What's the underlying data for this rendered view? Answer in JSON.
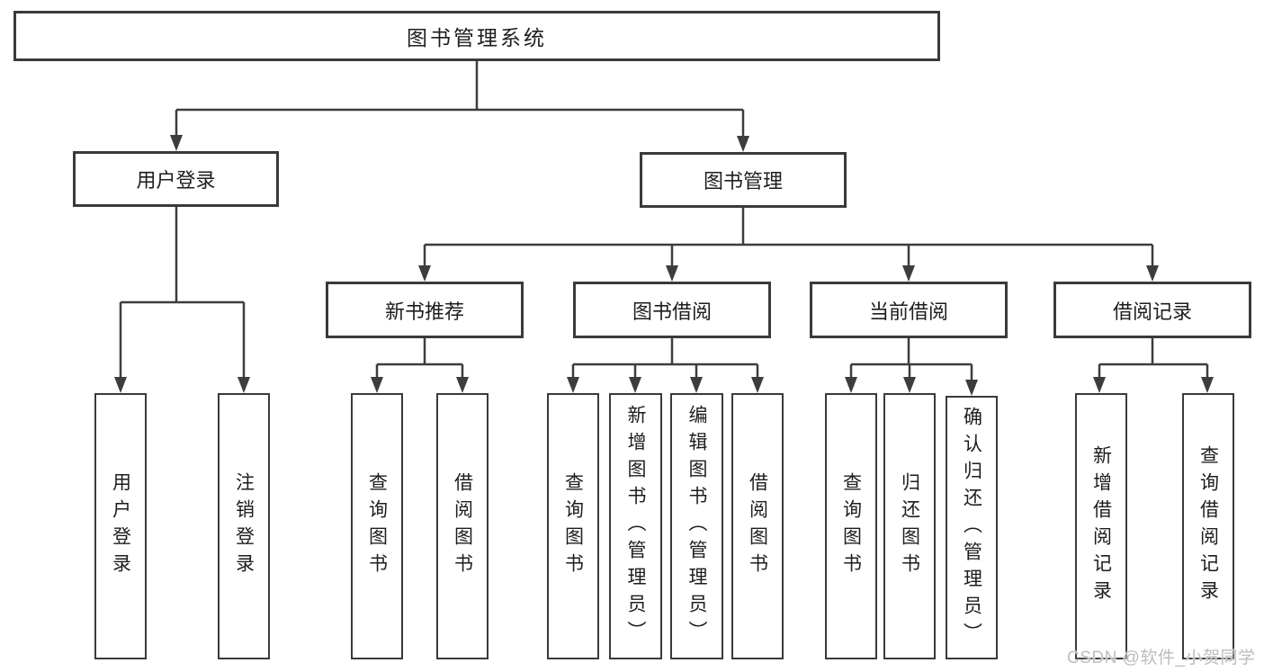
{
  "page": {
    "background": "#ffffff",
    "watermark": "CSDN @软件_小贺同学"
  },
  "colors": {
    "line": "#3d3d3d",
    "box_border": "#3a3a3a",
    "text": "#1d1d1d",
    "watermark": "#bdbdbd"
  },
  "tree": {
    "label": "图书管理系统",
    "children": [
      {
        "label": "用户登录",
        "children": [
          {
            "label": "用户登录"
          },
          {
            "label": "注销登录"
          }
        ]
      },
      {
        "label": "图书管理",
        "children": [
          {
            "label": "新书推荐",
            "children": [
              {
                "label": "查询图书"
              },
              {
                "label": "借阅图书"
              }
            ]
          },
          {
            "label": "图书借阅",
            "children": [
              {
                "label": "查询图书"
              },
              {
                "label": "新增图书（管理员）"
              },
              {
                "label": "编辑图书（管理员）"
              },
              {
                "label": "借阅图书"
              }
            ]
          },
          {
            "label": "当前借阅",
            "children": [
              {
                "label": "查询图书"
              },
              {
                "label": "归还图书"
              },
              {
                "label": "确认归还（管理员）"
              }
            ]
          },
          {
            "label": "借阅记录",
            "children": [
              {
                "label": "新增借阅记录"
              },
              {
                "label": "查询借阅记录"
              }
            ]
          }
        ]
      }
    ]
  }
}
